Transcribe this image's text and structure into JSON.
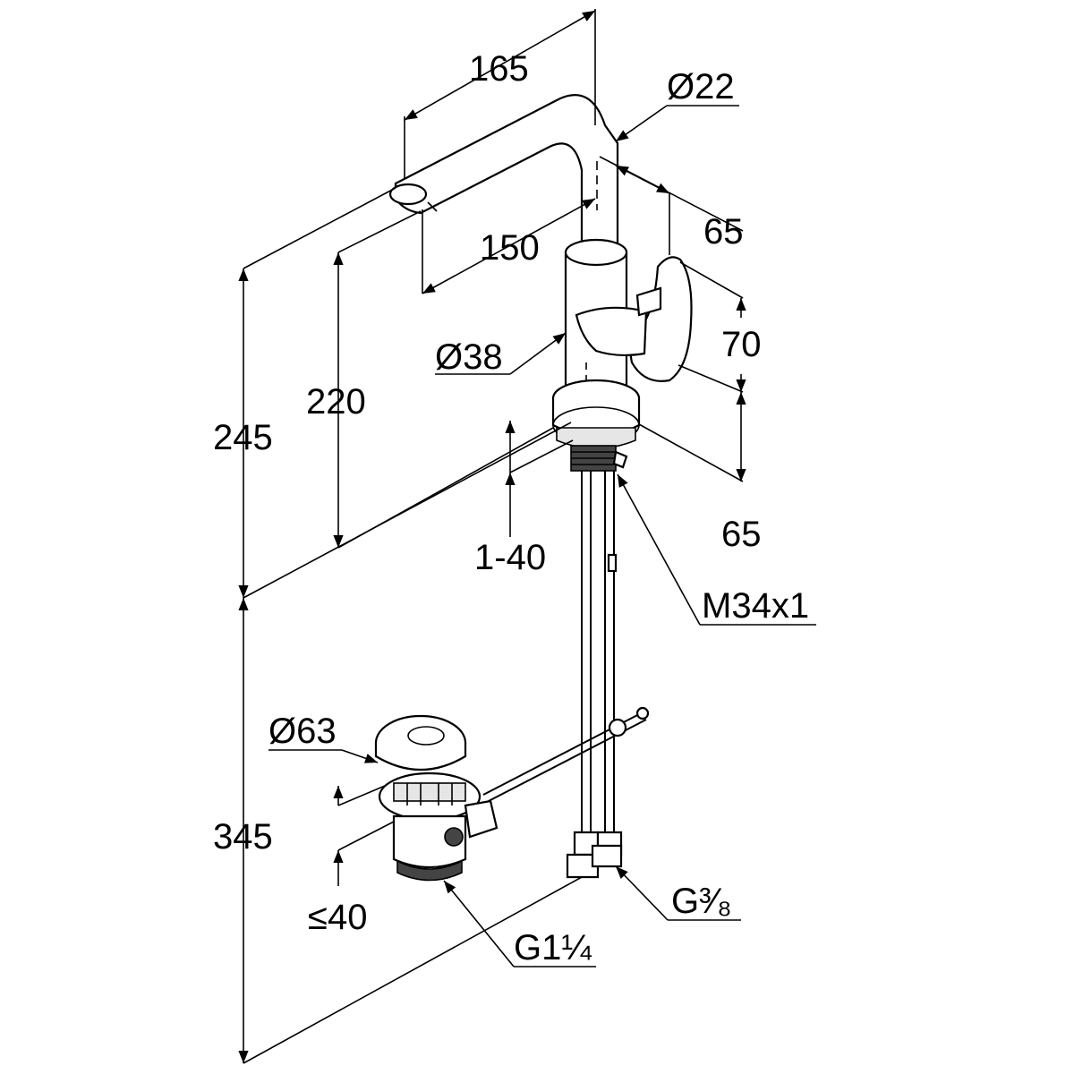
{
  "dimensions": {
    "spout_reach": "165",
    "spout_diameter": "Ø22",
    "spout_inner": "150",
    "lever_offset": "65",
    "lever_height": "70",
    "body_depth": "65",
    "body_diameter": "Ø38",
    "outlet_height": "220",
    "total_height": "245",
    "deck_thickness": "1-40",
    "thread": "M34x1",
    "waste_height": "345",
    "waste_diameter": "Ø63",
    "waste_thickness": "≤40",
    "waste_thread": "G1¼",
    "hose_thread": "G³⁄₈"
  }
}
